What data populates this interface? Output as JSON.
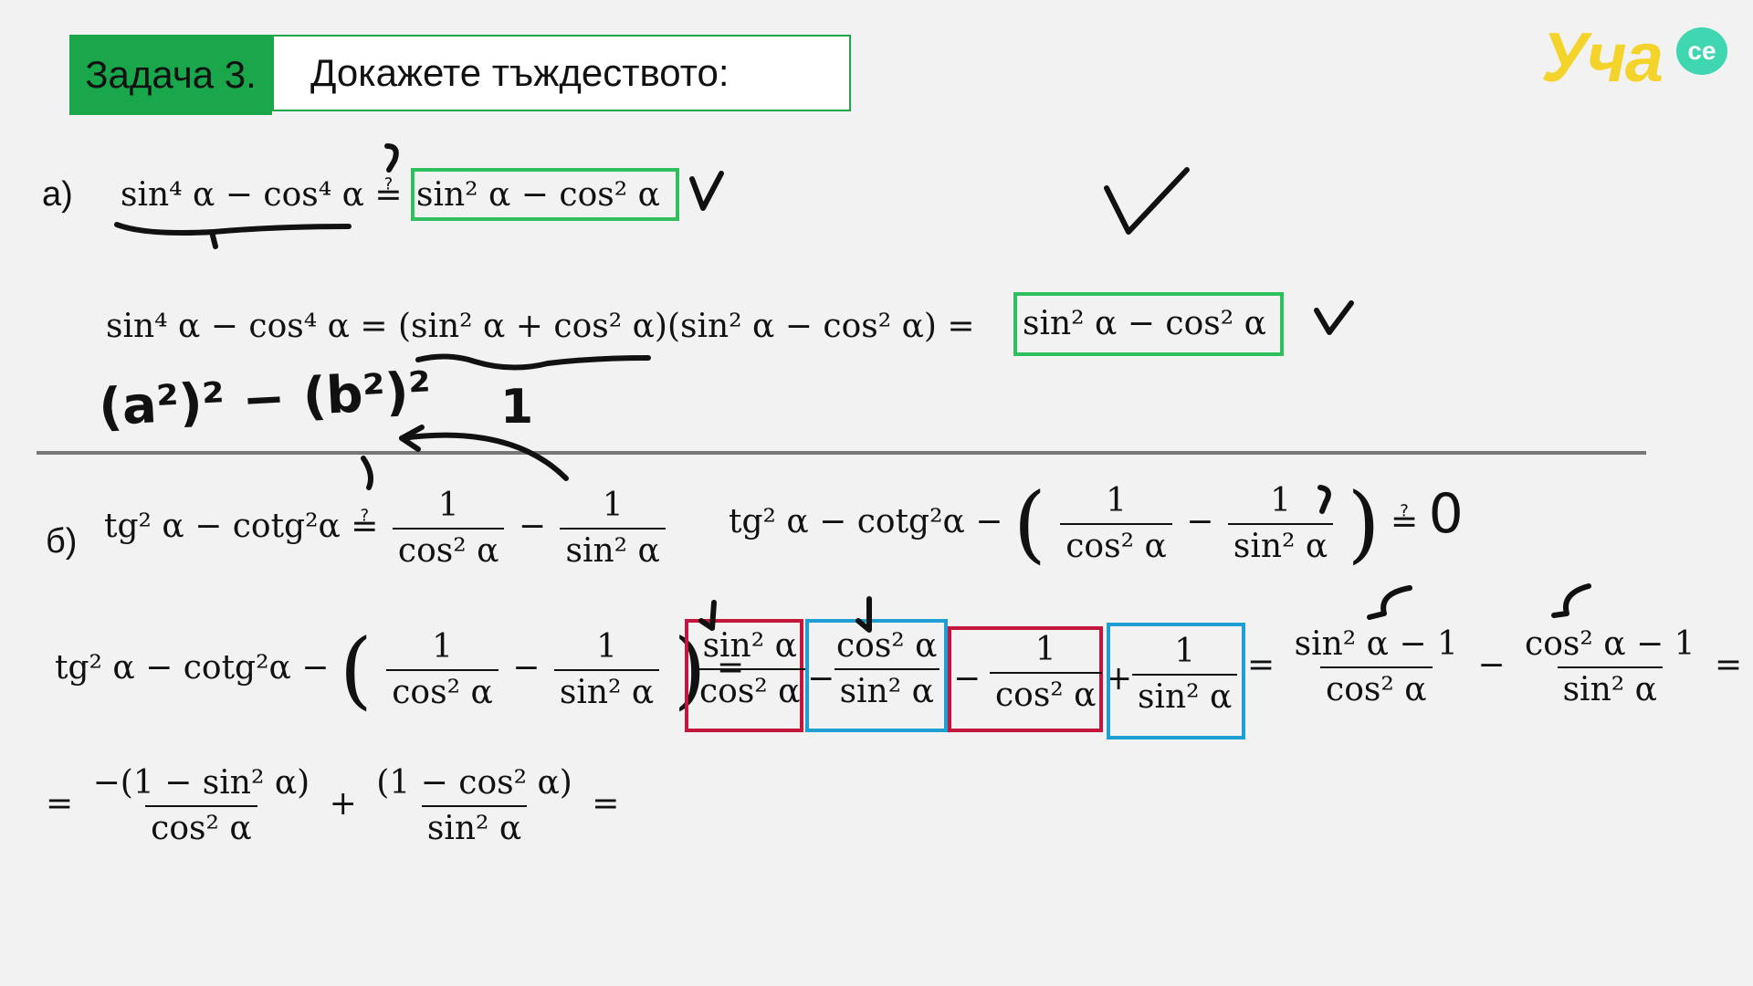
{
  "header": {
    "task_label": "Задача 3.",
    "instruction": "Докажете тъждеството:"
  },
  "logo": {
    "main": "Уча",
    "bubble": "се"
  },
  "part_a": {
    "label": "а)",
    "line1_left": "sin⁴ α − cos⁴ α ≟",
    "line1_boxed": "sin² α − cos² α",
    "line2_a": "sin⁴ α − cos⁴ α = (sin² α + cos² α)(sin² α − cos² α) =",
    "line2_boxed": "sin² α − cos² α",
    "hand_note": "(a²)² − (b²)²",
    "hand_one": "1"
  },
  "part_b": {
    "label": "б)",
    "eq1_left": "tg² α − cotg²α ≟",
    "eq2_left": "tg² α − cotg²α −",
    "eq2_right": "≟",
    "eq2_zero": "0",
    "eq3_left": "tg² α − cotg²α −",
    "eq4_lead": "=",
    "eq4_plus": "+",
    "eq4_end": "=",
    "one": "1",
    "minus": "−",
    "plus": "+",
    "equals": "=",
    "cos2": "cos² α",
    "sin2": "sin² α",
    "sin2_num": "sin² α",
    "cos2_num": "cos² α",
    "sin2m1": "sin² α − 1",
    "cos2m1": "cos² α − 1",
    "neg1msin": "−(1 − sin² α)",
    "onemcos": "(1 − cos² α)"
  }
}
